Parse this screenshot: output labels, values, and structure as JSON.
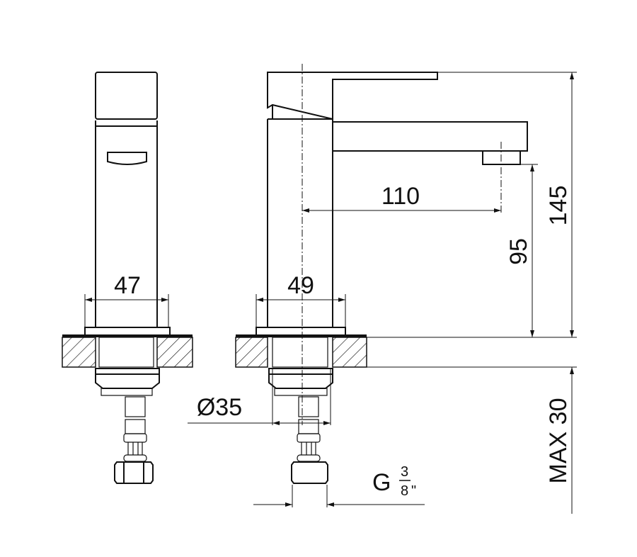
{
  "title": "Basin mixer tap technical drawing",
  "dimensions": {
    "front_base_width": "47",
    "side_base_width": "49",
    "spout_reach": "110",
    "spout_height": "95",
    "total_height": "145",
    "hole_diameter": "Ø35",
    "max_counter_thickness": "MAX 30",
    "connection_prefix": "G",
    "connection_numerator": "3",
    "connection_denominator": "8",
    "connection_inch_mark": "\""
  },
  "colors": {
    "line": "#111111",
    "background": "#ffffff"
  }
}
